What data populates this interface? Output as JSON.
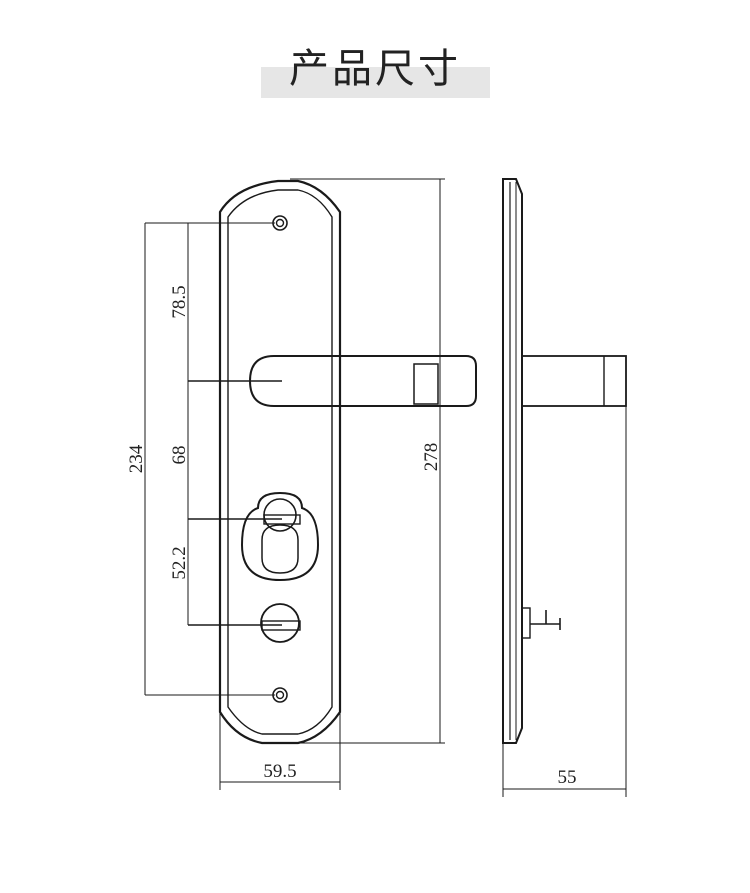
{
  "header": {
    "title": "产品尺寸"
  },
  "dimensions": {
    "d_78_5": "78.5",
    "d_234": "234",
    "d_68": "68",
    "d_52_2": "52.2",
    "d_278": "278",
    "d_59_5": "59.5",
    "d_55": "55"
  },
  "colors": {
    "line": "#1a1a1a",
    "band": "#e6e6e6"
  }
}
